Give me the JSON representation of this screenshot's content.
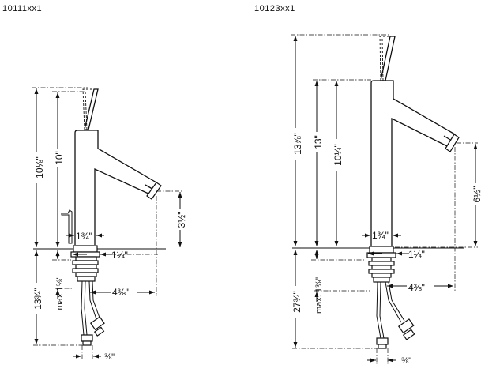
{
  "models": [
    {
      "code": "10111xx1",
      "dimensions": {
        "overall_height": "10⅛\"",
        "spout_height": "10\"",
        "base_diameter": "1¾\"",
        "mounting_shank": "1¼\"",
        "clearance": "3½\"",
        "below_deck": "13¾\"",
        "max_deck": "max 1⅜\"",
        "reach": "4⅜\"",
        "supply": "⅜\""
      }
    },
    {
      "code": "10123xx1",
      "dimensions": {
        "overall_height": "13⅞\"",
        "spout_height": "13\"",
        "spout_outlet": "10¼\"",
        "base_diameter": "1¾\"",
        "mounting_shank": "1¼\"",
        "clearance": "6½\"",
        "below_deck": "27¾\"",
        "max_deck": "max. 1⅜\"",
        "reach": "4⅜\"",
        "supply": "⅜\""
      }
    }
  ]
}
